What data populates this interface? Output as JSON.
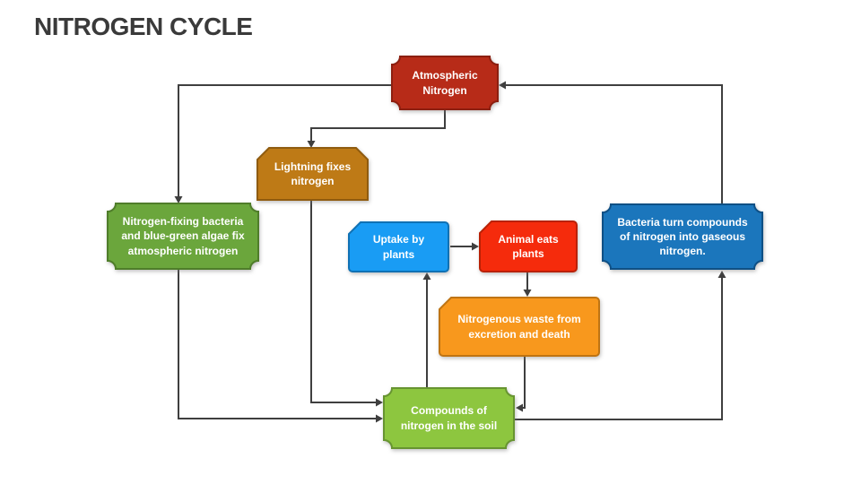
{
  "title": "NITROGEN CYCLE",
  "diagram": {
    "connector_color": "#3f3f3f",
    "title_color": "#3a3a3a",
    "nodes": {
      "atmospheric": {
        "label": "Atmospheric Nitrogen",
        "fill": "#B72B18",
        "border": "#8C1F10",
        "text_color": "#ffffff",
        "shape": "plaque"
      },
      "lightning": {
        "label": "Lightning fixes nitrogen",
        "fill": "#BE7A16",
        "border": "#8F5B0F",
        "text_color": "#ffffff",
        "shape": "snip-top"
      },
      "fixing": {
        "label": "Nitrogen-fixing bacteria and blue-green algae fix atmospheric nitrogen",
        "fill": "#6BA63C",
        "border": "#4F7D2A",
        "text_color": "#ffffff",
        "shape": "plaque"
      },
      "uptake": {
        "label": "Uptake by plants",
        "fill": "#199CF4",
        "border": "#1071B4",
        "text_color": "#ffffff",
        "shape": "snip-tl"
      },
      "animal": {
        "label": "Animal eats plants",
        "fill": "#F52B0C",
        "border": "#B92106",
        "text_color": "#ffffff",
        "shape": "snip-tl"
      },
      "bacteria": {
        "label": "Bacteria turn compounds of nitrogen into gaseous nitrogen.",
        "fill": "#1B76BC",
        "border": "#0F5085",
        "text_color": "#ffffff",
        "shape": "plaque"
      },
      "waste": {
        "label": "Nitrogenous waste from excretion and death",
        "fill": "#F8981D",
        "border": "#BF7413",
        "text_color": "#ffffff",
        "shape": "snip-tl"
      },
      "soil": {
        "label": "Compounds of nitrogen in the soil",
        "fill": "#8DC63F",
        "border": "#679431",
        "text_color": "#ffffff",
        "shape": "plaque"
      }
    },
    "edges": [
      {
        "from": "atmospheric",
        "to": "fixing"
      },
      {
        "from": "atmospheric",
        "to": "lightning"
      },
      {
        "from": "bacteria",
        "to": "atmospheric"
      },
      {
        "from": "fixing",
        "to": "soil"
      },
      {
        "from": "lightning",
        "to": "soil"
      },
      {
        "from": "soil",
        "to": "uptake"
      },
      {
        "from": "uptake",
        "to": "animal"
      },
      {
        "from": "animal",
        "to": "waste"
      },
      {
        "from": "waste",
        "to": "soil"
      },
      {
        "from": "soil",
        "to": "bacteria"
      }
    ]
  }
}
